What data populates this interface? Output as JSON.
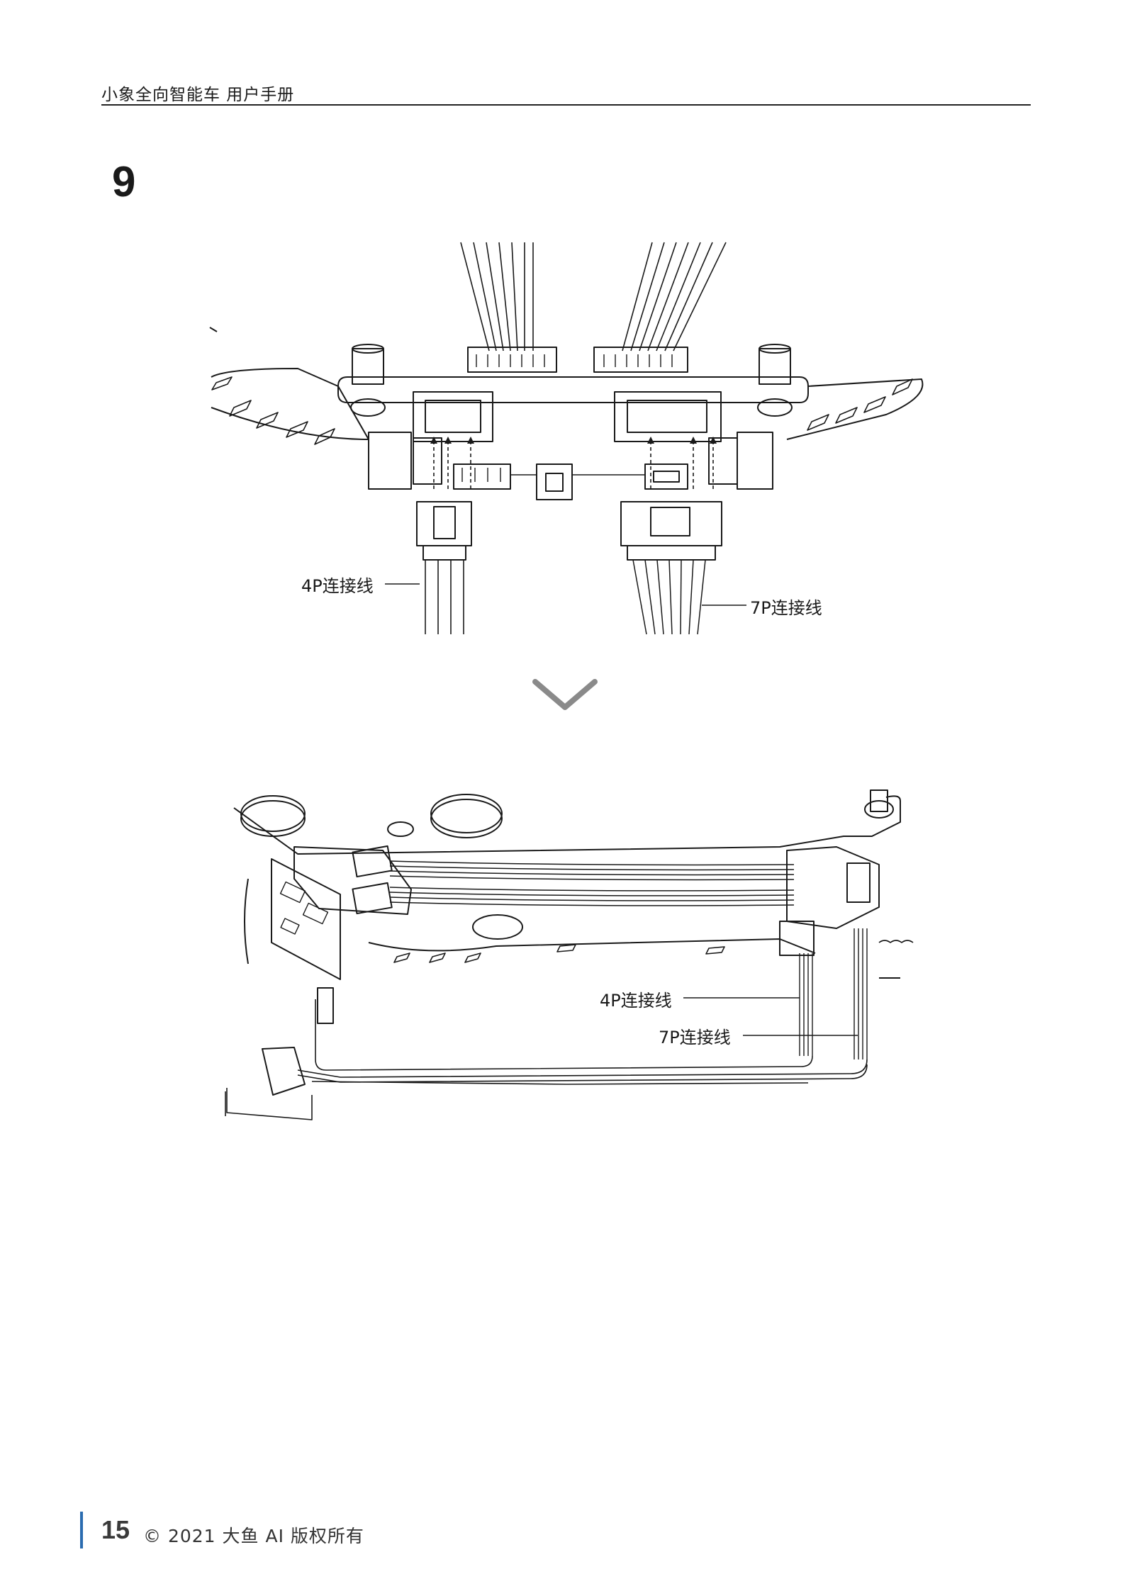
{
  "header": {
    "title": "小象全向智能车   用户手册"
  },
  "step": {
    "number": "9"
  },
  "figure_top": {
    "label_4p": "4P连接线",
    "label_7p": "7P连接线"
  },
  "figure_bottom": {
    "label_4p": "4P连接线",
    "label_7p": "7P连接线"
  },
  "transition_icon": "chevron-down-icon",
  "footer": {
    "page": "15",
    "copyright": "© 2021 大鱼 AI  版权所有"
  },
  "colors": {
    "accent": "#2b6cb0",
    "chevron": "#8a8a8a",
    "line": "#1a1a1a"
  }
}
